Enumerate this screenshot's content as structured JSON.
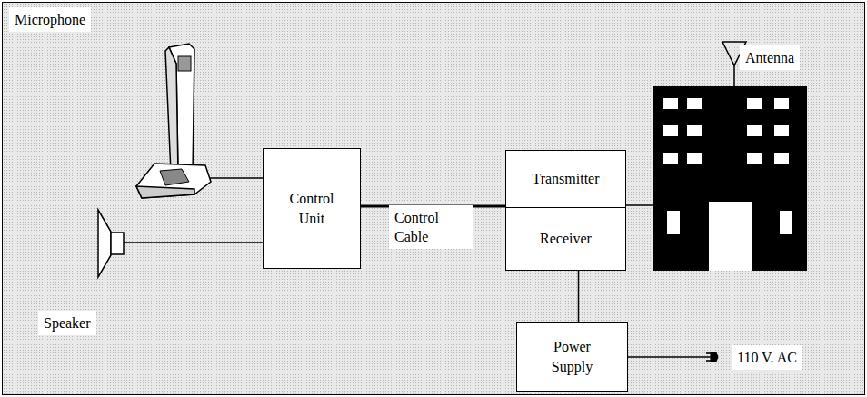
{
  "diagram": {
    "nodes": [
      {
        "text": [
          "Control Unit"
        ]
      },
      {
        "text": [
          "Transmitter"
        ]
      },
      {
        "text": [
          "Receiver"
        ]
      },
      {
        "text": [
          "Power Supply"
        ]
      }
    ],
    "edges": [
      {
        "from": 0,
        "to": 1,
        "arrow": "none"
      },
      {
        "from": 2,
        "to": 3,
        "arrow": "none"
      }
    ],
    "labels": [
      "Microphone",
      "Antenna",
      "Speaker",
      "Control Cable",
      "110 V. AC"
    ]
  }
}
